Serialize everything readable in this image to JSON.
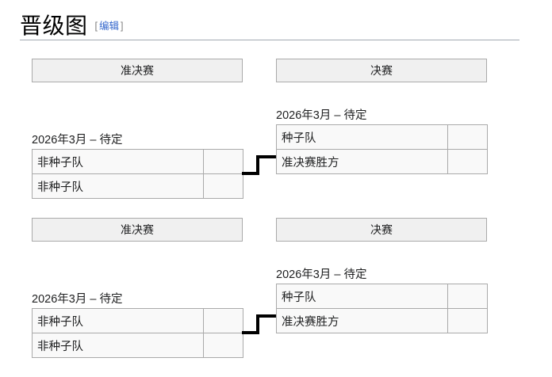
{
  "heading": {
    "title": "晋级图",
    "edit_open_bracket": "[",
    "edit_label": "编辑",
    "edit_close_bracket": "]"
  },
  "colors": {
    "link": "#3366cc",
    "header_fill": "#f0f0f0",
    "cell_fill": "#f9f9f9",
    "border": "#aaaaaa",
    "connector": "#000000",
    "rule": "#a2a9b1"
  },
  "labels": {
    "semifinal": "准决赛",
    "final": "决赛",
    "date_tbd": "2026年3月 – 待定",
    "unseeded": "非种子队",
    "seeded": "种子队",
    "semifinal_winner": "准决赛胜方",
    "empty_score": ""
  },
  "brackets": [
    {
      "headers": {
        "semifinal": "准决赛",
        "final": "决赛"
      },
      "semifinal": {
        "date": "2026年3月 – 待定",
        "rows": [
          {
            "team": "非种子队",
            "score": ""
          },
          {
            "team": "非种子队",
            "score": ""
          }
        ]
      },
      "final": {
        "date": "2026年3月 – 待定",
        "rows": [
          {
            "team": "种子队",
            "score": ""
          },
          {
            "team": "准决赛胜方",
            "score": ""
          }
        ]
      }
    },
    {
      "headers": {
        "semifinal": "准决赛",
        "final": "决赛"
      },
      "semifinal": {
        "date": "2026年3月 – 待定",
        "rows": [
          {
            "team": "非种子队",
            "score": ""
          },
          {
            "team": "非种子队",
            "score": ""
          }
        ]
      },
      "final": {
        "date": "2026年3月 – 待定",
        "rows": [
          {
            "team": "种子队",
            "score": ""
          },
          {
            "team": "准决赛胜方",
            "score": ""
          }
        ]
      }
    }
  ]
}
